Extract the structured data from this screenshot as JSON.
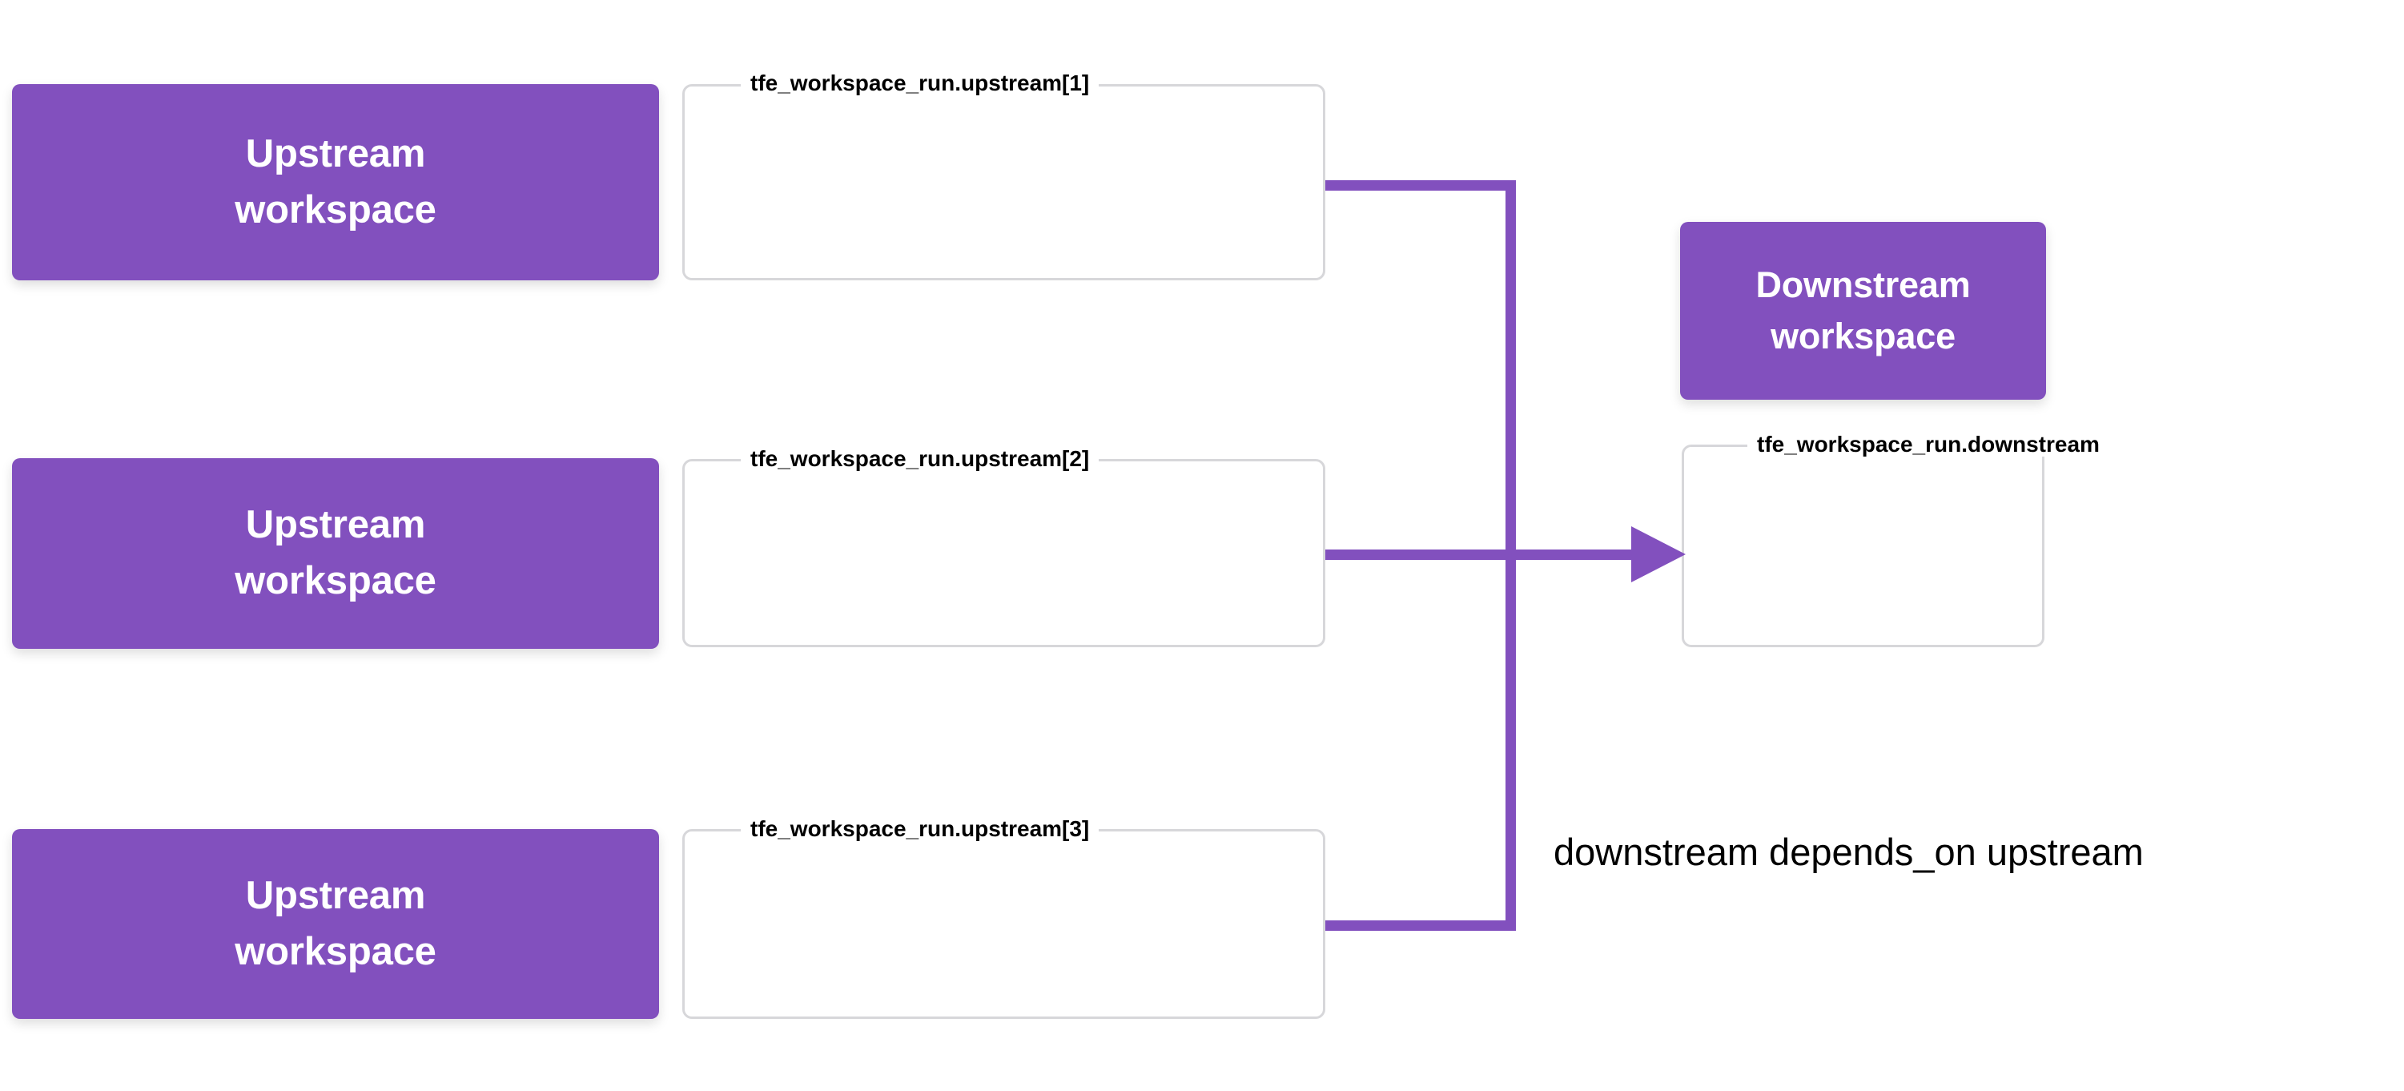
{
  "diagram": {
    "title_caption": "downstream depends_on upstream",
    "accent_color": "#8250be",
    "border_color": "#d7d7da",
    "background_color": "#ffffff",
    "upstream_nodes": [
      {
        "card_line1": "Upstream",
        "card_line2": "workspace",
        "resource_label": "tfe_workspace_run.upstream[1]"
      },
      {
        "card_line1": "Upstream",
        "card_line2": "workspace",
        "resource_label": "tfe_workspace_run.upstream[2]"
      },
      {
        "card_line1": "Upstream",
        "card_line2": "workspace",
        "resource_label": "tfe_workspace_run.upstream[3]"
      }
    ],
    "downstream_node": {
      "card_line1": "Downstream",
      "card_line2": "workspace",
      "resource_label": "tfe_workspace_run.downstream"
    },
    "edge": {
      "direction": "upstream-to-downstream",
      "arrow_style": "solid-filled-triangle"
    }
  }
}
